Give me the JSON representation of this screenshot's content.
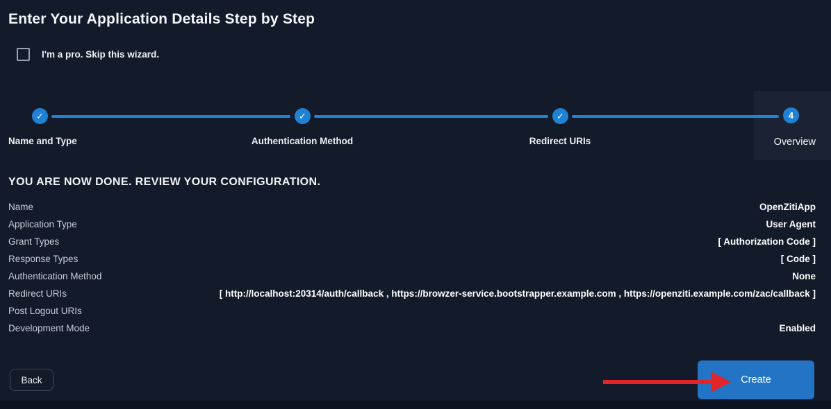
{
  "page": {
    "title": "Enter Your Application Details Step by Step"
  },
  "skip": {
    "label": "I'm a pro. Skip this wizard.",
    "checked": false
  },
  "stepper": {
    "steps": [
      {
        "label": "Name and Type",
        "state": "done",
        "icon": "check-icon",
        "glyph": "✓"
      },
      {
        "label": "Authentication Method",
        "state": "done",
        "icon": "check-icon",
        "glyph": "✓"
      },
      {
        "label": "Redirect URIs",
        "state": "done",
        "icon": "check-icon",
        "glyph": "✓"
      },
      {
        "label": "Overview",
        "state": "active",
        "number": "4"
      }
    ]
  },
  "review": {
    "heading": "YOU ARE NOW DONE. REVIEW YOUR CONFIGURATION.",
    "rows": [
      {
        "label": "Name",
        "value": "OpenZitiApp"
      },
      {
        "label": "Application Type",
        "value": "User Agent"
      },
      {
        "label": "Grant Types",
        "value": "[ Authorization Code ]"
      },
      {
        "label": "Response Types",
        "value": "[ Code ]"
      },
      {
        "label": "Authentication Method",
        "value": "None"
      },
      {
        "label": "Redirect URIs",
        "value": "[ http://localhost:20314/auth/callback , https://browzer-service.bootstrapper.example.com , https://openziti.example.com/zac/callback ]"
      },
      {
        "label": "Post Logout URIs",
        "value": ""
      },
      {
        "label": "Development Mode",
        "value": "Enabled"
      }
    ]
  },
  "actions": {
    "back_label": "Back",
    "create_label": "Create"
  },
  "annotation": {
    "type": "red-arrow",
    "points_to": "create-button",
    "color": "#e32428"
  },
  "colors": {
    "accent_blue": "#1f82d4",
    "button_blue": "#2474c5",
    "card_background": "#131a29",
    "active_step_panel": "#1b2233",
    "arrow_red": "#e32428"
  }
}
